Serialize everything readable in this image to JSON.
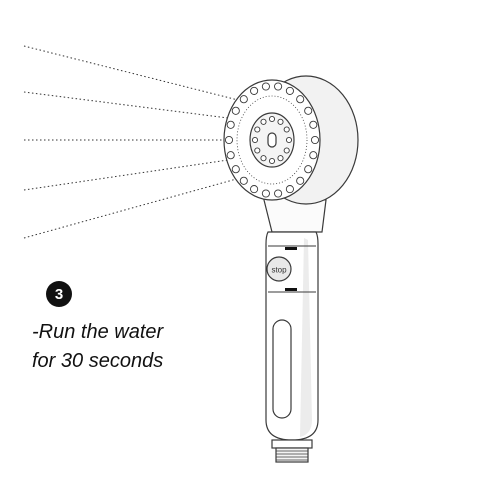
{
  "step": {
    "number": "3"
  },
  "instruction": {
    "line1": "-Run the water",
    "line2": "for 30 seconds"
  },
  "product": {
    "button_label": "stop"
  },
  "colors": {
    "ink": "#111111",
    "line": "#3a3a3a",
    "shade": "#ececec"
  }
}
